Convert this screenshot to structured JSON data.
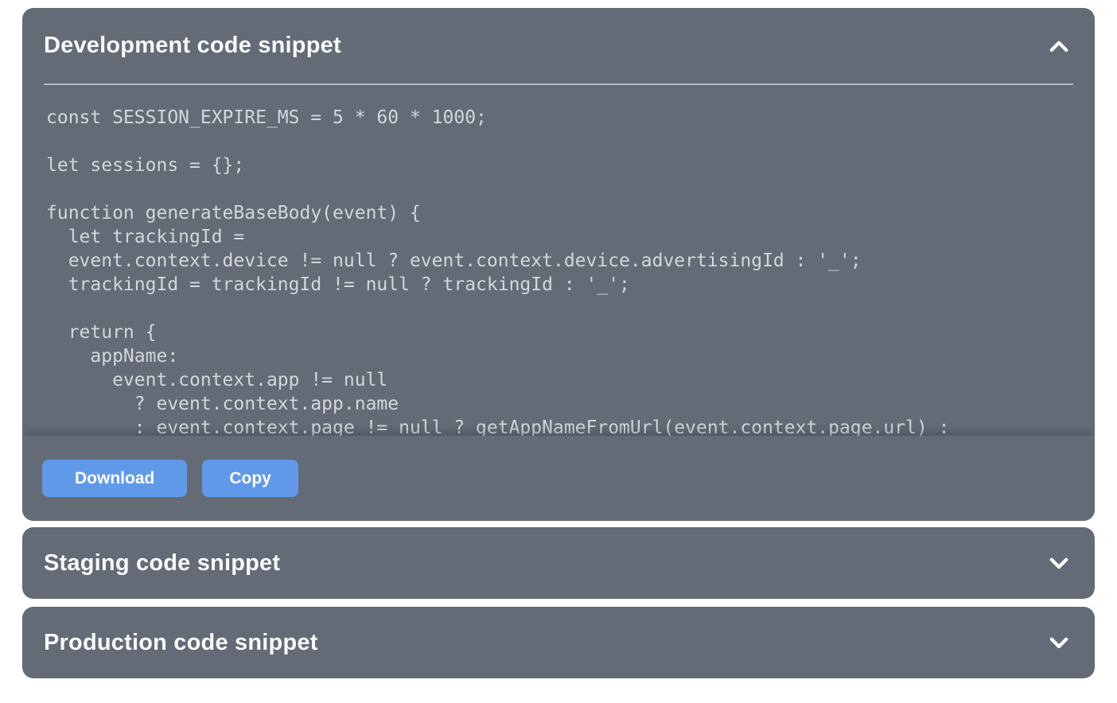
{
  "colors": {
    "card_background": "#646b76",
    "accent_blue": "#6199e9",
    "code_text": "#d3d7dc",
    "title_text": "#f8f9fa",
    "divider": "#b5bbc3"
  },
  "panels": {
    "development": {
      "title": "Development code snippet",
      "state": "expanded",
      "chevron_icon": "chevron-up-icon",
      "code": "const SESSION_EXPIRE_MS = 5 * 60 * 1000;\n\nlet sessions = {};\n\nfunction generateBaseBody(event) {\n  let trackingId =\n  event.context.device != null ? event.context.device.advertisingId : '_';\n  trackingId = trackingId != null ? trackingId : '_';\n\n  return {\n    appName:\n      event.context.app != null\n        ? event.context.app.name\n        : event.context.page != null ? getAppNameFromUrl(event.context.page.url) :",
      "download_label": "Download",
      "copy_label": "Copy"
    },
    "staging": {
      "title": "Staging code snippet",
      "state": "collapsed",
      "chevron_icon": "chevron-down-icon"
    },
    "production": {
      "title": "Production code snippet",
      "state": "collapsed",
      "chevron_icon": "chevron-down-icon"
    }
  }
}
